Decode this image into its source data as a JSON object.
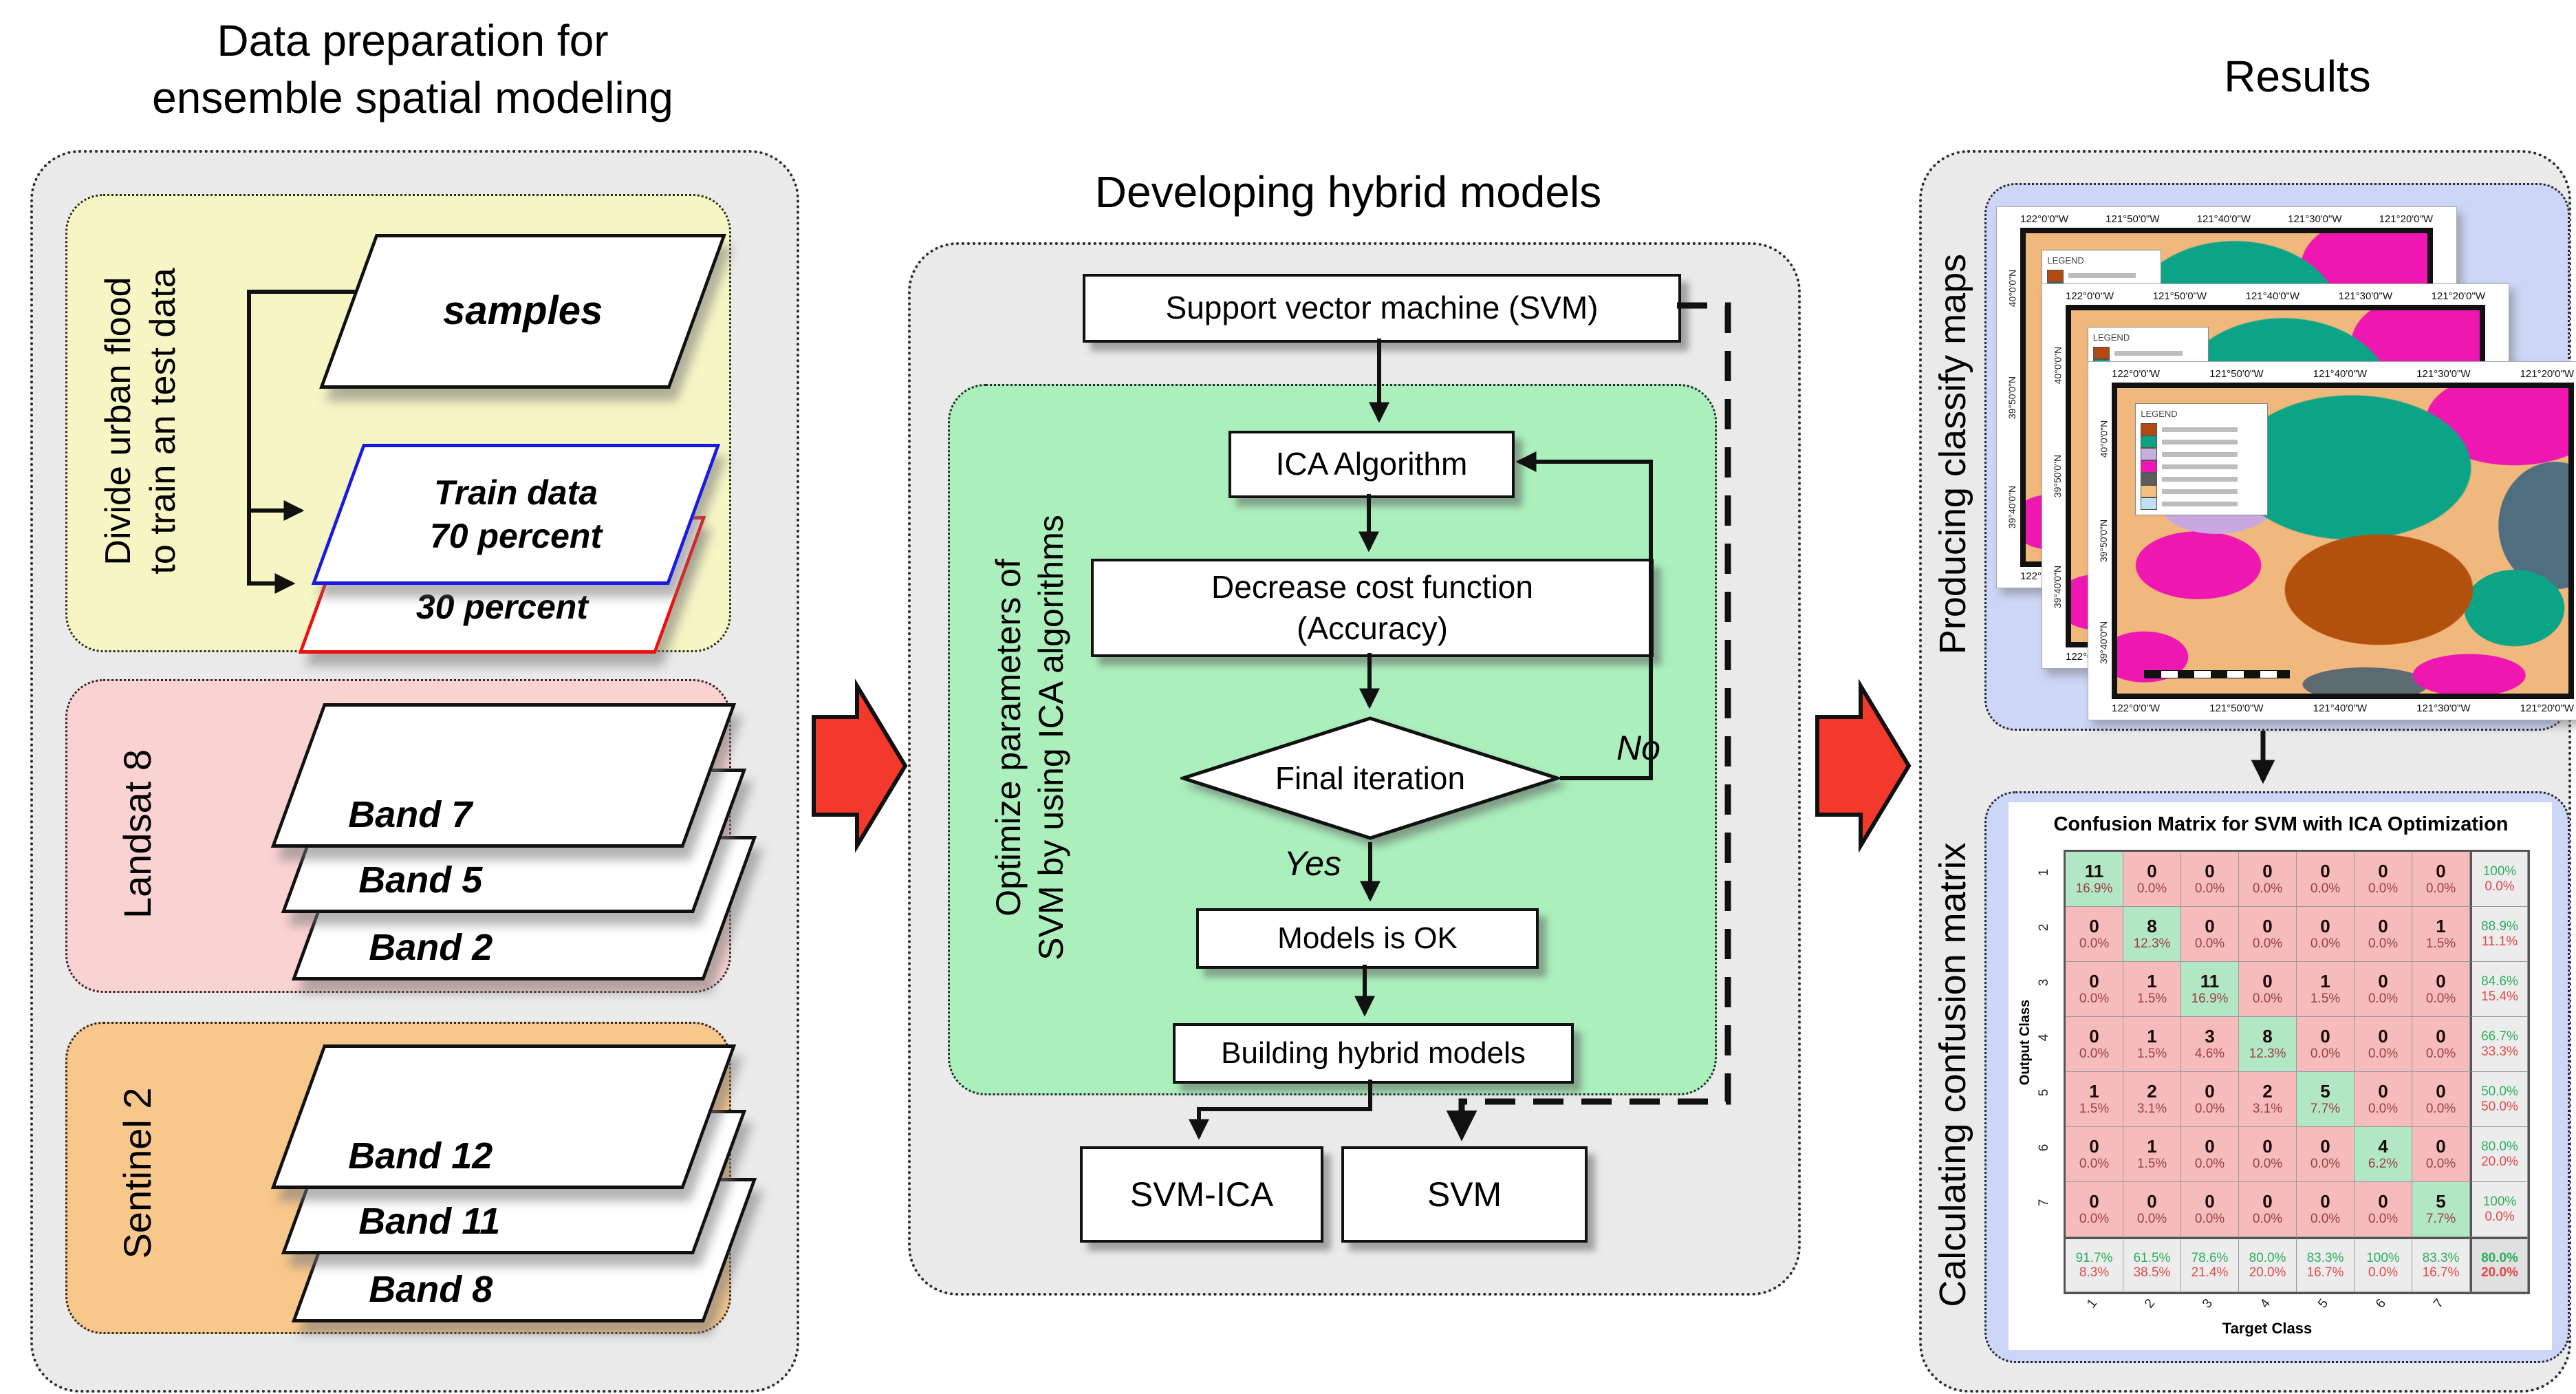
{
  "sections": {
    "left": {
      "title": "Data preparation for\nensemble spatial modeling",
      "split_group": {
        "side_label": "Divide urban flood\nto train an test data",
        "samples_label": "samples",
        "train_label": "Train data\n70 percent",
        "test_label": "Test data\n30 percent"
      },
      "landsat_group": {
        "side_label": "Landsat 8",
        "bands": [
          "Band 7",
          "Band 5",
          "Band 2"
        ]
      },
      "sentinel_group": {
        "side_label": "Sentinel 2",
        "bands": [
          "Band 12",
          "Band 11",
          "Band 8"
        ]
      }
    },
    "middle": {
      "title": "Developing hybrid models",
      "svm_source_label": "Support vector machine (SVM)",
      "optimize_side_label": "Optimize parameters of\nSVM by using ICA algorithms",
      "ica_label": "ICA Algorithm",
      "cost_label": "Decrease cost function\n(Accuracy)",
      "decision_label": "Final iteration",
      "decision_no": "No",
      "decision_yes": "Yes",
      "models_ok_label": "Models is OK",
      "building_label": "Building hybrid models",
      "output_svm_ica": "SVM-ICA",
      "output_svm": "SVM"
    },
    "results": {
      "title": "Results",
      "maps_side_label": "Producing classify maps",
      "matrix_side_label": "Calculating confusion matrix",
      "map": {
        "legend_title": "LEGEND",
        "legend_colors": [
          "#b14a10",
          "#0ca183",
          "#c3aede",
          "#ee18b4",
          "#5c5c5c",
          "#f3c080",
          "#bfe0f4"
        ],
        "top_coords": [
          "122°0'0\"W",
          "121°50'0\"W",
          "121°40'0\"W",
          "121°30'0\"W",
          "121°20'0\"W"
        ],
        "bottom_coords": [
          "122°0'0\"W",
          "121°50'0\"W",
          "121°40'0\"W",
          "121°30'0\"W",
          "121°20'0\"W"
        ],
        "side_coords": [
          "40°0'0\"N",
          "39°50'0\"N",
          "39°40'0\"N"
        ]
      },
      "matrix": {
        "title": "Confusion Matrix for SVM with ICA Optimization",
        "xlabel": "Target Class",
        "ylabel": "Output Class",
        "row_labels": [
          "1",
          "2",
          "3",
          "4",
          "5",
          "6",
          "7"
        ],
        "col_labels": [
          "1",
          "2",
          "3",
          "4",
          "5",
          "6",
          "7"
        ],
        "cells": [
          [
            {
              "n": "11",
              "p": "16.9%"
            },
            {
              "n": "0",
              "p": "0.0%"
            },
            {
              "n": "0",
              "p": "0.0%"
            },
            {
              "n": "0",
              "p": "0.0%"
            },
            {
              "n": "0",
              "p": "0.0%"
            },
            {
              "n": "0",
              "p": "0.0%"
            },
            {
              "n": "0",
              "p": "0.0%"
            }
          ],
          [
            {
              "n": "0",
              "p": "0.0%"
            },
            {
              "n": "8",
              "p": "12.3%"
            },
            {
              "n": "0",
              "p": "0.0%"
            },
            {
              "n": "0",
              "p": "0.0%"
            },
            {
              "n": "0",
              "p": "0.0%"
            },
            {
              "n": "0",
              "p": "0.0%"
            },
            {
              "n": "1",
              "p": "1.5%"
            }
          ],
          [
            {
              "n": "0",
              "p": "0.0%"
            },
            {
              "n": "1",
              "p": "1.5%"
            },
            {
              "n": "11",
              "p": "16.9%"
            },
            {
              "n": "0",
              "p": "0.0%"
            },
            {
              "n": "1",
              "p": "1.5%"
            },
            {
              "n": "0",
              "p": "0.0%"
            },
            {
              "n": "0",
              "p": "0.0%"
            }
          ],
          [
            {
              "n": "0",
              "p": "0.0%"
            },
            {
              "n": "1",
              "p": "1.5%"
            },
            {
              "n": "3",
              "p": "4.6%"
            },
            {
              "n": "8",
              "p": "12.3%"
            },
            {
              "n": "0",
              "p": "0.0%"
            },
            {
              "n": "0",
              "p": "0.0%"
            },
            {
              "n": "0",
              "p": "0.0%"
            }
          ],
          [
            {
              "n": "1",
              "p": "1.5%"
            },
            {
              "n": "2",
              "p": "3.1%"
            },
            {
              "n": "0",
              "p": "0.0%"
            },
            {
              "n": "2",
              "p": "3.1%"
            },
            {
              "n": "5",
              "p": "7.7%"
            },
            {
              "n": "0",
              "p": "0.0%"
            },
            {
              "n": "0",
              "p": "0.0%"
            }
          ],
          [
            {
              "n": "0",
              "p": "0.0%"
            },
            {
              "n": "1",
              "p": "1.5%"
            },
            {
              "n": "0",
              "p": "0.0%"
            },
            {
              "n": "0",
              "p": "0.0%"
            },
            {
              "n": "0",
              "p": "0.0%"
            },
            {
              "n": "4",
              "p": "6.2%"
            },
            {
              "n": "0",
              "p": "0.0%"
            }
          ],
          [
            {
              "n": "0",
              "p": "0.0%"
            },
            {
              "n": "0",
              "p": "0.0%"
            },
            {
              "n": "0",
              "p": "0.0%"
            },
            {
              "n": "0",
              "p": "0.0%"
            },
            {
              "n": "0",
              "p": "0.0%"
            },
            {
              "n": "0",
              "p": "0.0%"
            },
            {
              "n": "5",
              "p": "7.7%"
            }
          ]
        ],
        "row_summary": [
          [
            "100%",
            "0.0%"
          ],
          [
            "88.9%",
            "11.1%"
          ],
          [
            "84.6%",
            "15.4%"
          ],
          [
            "66.7%",
            "33.3%"
          ],
          [
            "50.0%",
            "50.0%"
          ],
          [
            "80.0%",
            "20.0%"
          ],
          [
            "100%",
            "0.0%"
          ]
        ],
        "col_summary": [
          [
            "91.7%",
            "8.3%"
          ],
          [
            "61.5%",
            "38.5%"
          ],
          [
            "78.6%",
            "21.4%"
          ],
          [
            "80.0%",
            "20.0%"
          ],
          [
            "83.3%",
            "16.7%"
          ],
          [
            "100%",
            "0.0%"
          ],
          [
            "83.3%",
            "16.7%"
          ]
        ],
        "overall": [
          "80.0%",
          "20.0%"
        ]
      }
    }
  },
  "colors": {
    "panel_gray": "#eaeaea",
    "panel_yellow": "#f6f6c5",
    "panel_pink": "#fbd2d2",
    "panel_orange": "#f8c78c",
    "panel_green": "#abefbd",
    "panel_blue": "#cdd6f7",
    "arrow_red": "#f3392b",
    "train_border_blue": "#1a1ae0",
    "test_border_red": "#ee1010",
    "matrix_diag_green": "#b2e7c5",
    "matrix_offdiag_red": "#f6bcbc",
    "matrix_summary_green_text": "#2dae5c",
    "matrix_summary_red_text": "#e04848"
  }
}
